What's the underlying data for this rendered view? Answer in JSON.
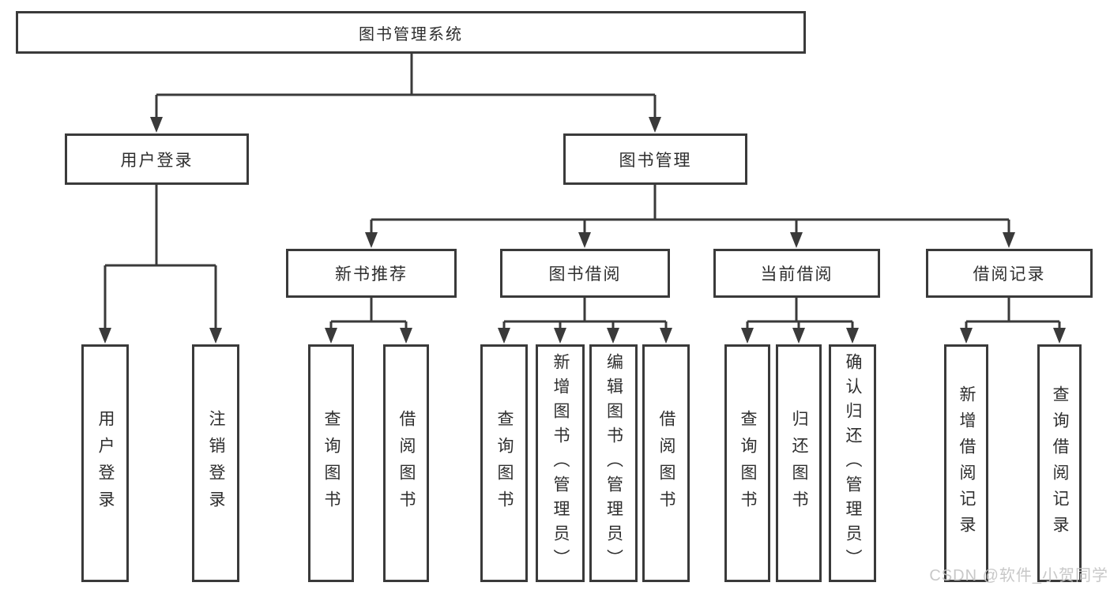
{
  "org": {
    "root": {
      "label": "图书管理系统"
    },
    "branches": [
      {
        "label": "用户登录",
        "leaves": [
          {
            "label": "用户登录"
          },
          {
            "label": "注销登录"
          }
        ]
      },
      {
        "label": "图书管理",
        "groups": [
          {
            "label": "新书推荐",
            "leaves": [
              {
                "label": "查询图书"
              },
              {
                "label": "借阅图书"
              }
            ]
          },
          {
            "label": "图书借阅",
            "leaves": [
              {
                "label": "查询图书"
              },
              {
                "label": "新增图书（管理员）"
              },
              {
                "label": "编辑图书（管理员）"
              },
              {
                "label": "借阅图书"
              }
            ]
          },
          {
            "label": "当前借阅",
            "leaves": [
              {
                "label": "查询图书"
              },
              {
                "label": "归还图书"
              },
              {
                "label": "确认归还（管理员）"
              }
            ]
          },
          {
            "label": "借阅记录",
            "leaves": [
              {
                "label": "新增借阅记录"
              },
              {
                "label": "查询借阅记录"
              }
            ]
          }
        ]
      }
    ]
  },
  "watermark": {
    "text": "CSDN @软件_小贺同学"
  },
  "colors": {
    "line": "#3a3a3a",
    "border": "#3a3a3a",
    "text": "#2e2e2e",
    "watermark": "#c3c3c3",
    "background": "#ffffff"
  }
}
